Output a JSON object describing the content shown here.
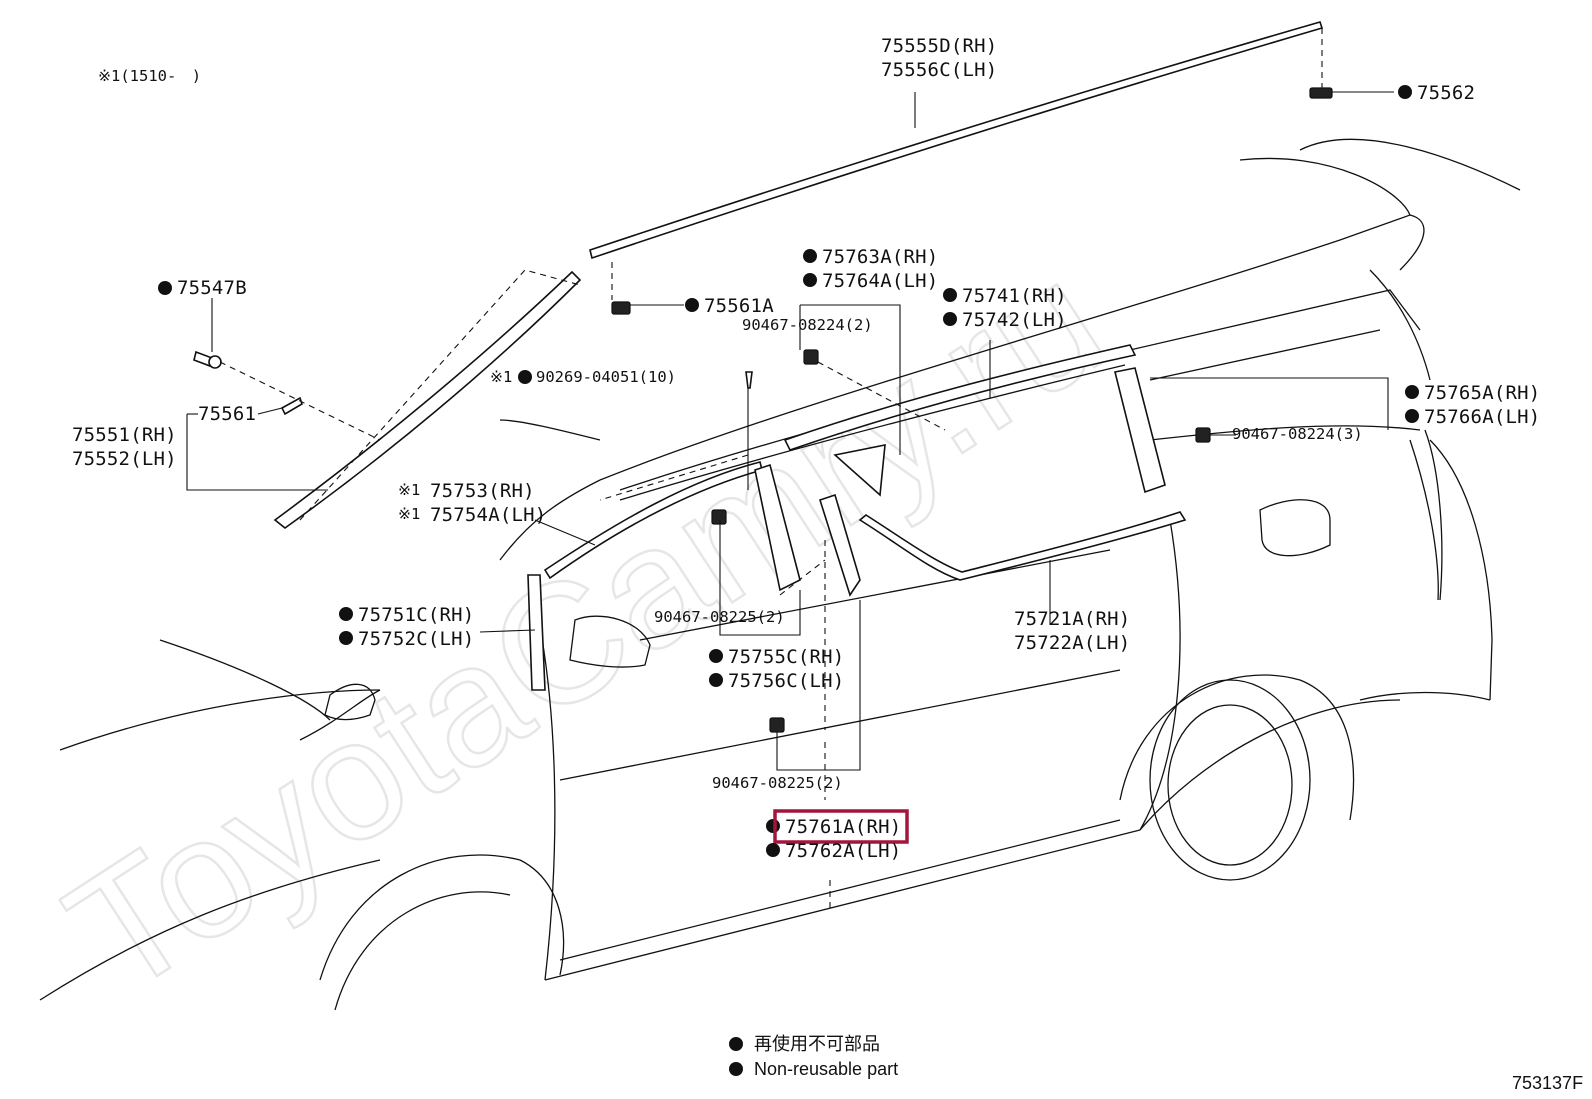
{
  "watermark": "ToyotaCamry.ru",
  "note": "※1(1510-　)",
  "diagram_id": "753137F",
  "highlight_color": "#a3153a",
  "legend": {
    "jp": "再使用不可部品",
    "en": "Non-reusable part"
  },
  "labels": {
    "p75555D": "75555D(RH)",
    "p75556C": "75556C(LH)",
    "p75562": "75562",
    "p75547B": "75547B",
    "p75561A": "75561A",
    "p75561": "75561",
    "p75551": "75551(RH)",
    "p75552": "75552(LH)",
    "p75763A": "75763A(RH)",
    "p75764A": "75764A(LH)",
    "p90467_08224a": "90467-08224(2)",
    "p75741": "75741(RH)",
    "p75742": "75742(LH)",
    "p90269": "90269-04051(10)",
    "p90269_mark": "※1",
    "p75765A": "75765A(RH)",
    "p75766A": "75766A(LH)",
    "p90467_08224b": "90467-08224(3)",
    "p75753": "75753(RH)",
    "p75754A": "75754A(LH)",
    "p75753_mark": "※1",
    "p75754_mark": "※1",
    "p75751C": "75751C(RH)",
    "p75752C": "75752C(LH)",
    "p90467_08225a": "90467-08225(2)",
    "p75755C": "75755C(RH)",
    "p75756C": "75756C(LH)",
    "p75721A": "75721A(RH)",
    "p75722A": "75722A(LH)",
    "p90467_08225b": "90467-08225(2)",
    "p75761A": "75761A(RH)",
    "p75762A": "75762A(LH)"
  }
}
